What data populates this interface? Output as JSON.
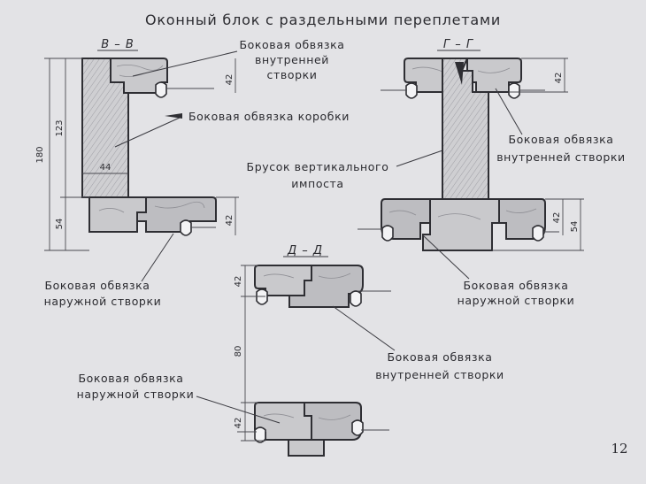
{
  "title": "Оконный блок с раздельными переплетами",
  "page_number": "12",
  "sections": {
    "bb": "В – В",
    "gg": "Г – Г",
    "dd": "Д – Д"
  },
  "labels": {
    "inner_sash_1_line1": "Боковая обвязка",
    "inner_sash_1_line2": "внутренней",
    "inner_sash_1_line3": "створки",
    "frame_box": "Боковая обвязка коробки",
    "inner_sash_2_line1": "Боковая обвязка",
    "inner_sash_2_line2": "внутренней створки",
    "mullion_line1": "Брусок вертикального",
    "mullion_line2": "импоста",
    "outer_sash_1_line1": "Боковая обвязка",
    "outer_sash_1_line2": "наружной створки",
    "outer_sash_2_line1": "Боковая обвязка",
    "outer_sash_2_line2": "наружной створки",
    "inner_sash_3_line1": "Боковая обвязка",
    "inner_sash_3_line2": "внутренней створки",
    "outer_sash_3_line1": "Боковая обвязка",
    "outer_sash_3_line2": "наружной створки"
  },
  "dimensions": {
    "bb_total": "180",
    "bb_upper": "123",
    "bb_lower": "54",
    "bb_width": "44",
    "bb_top_sash": "42",
    "bb_bottom_sash": "42",
    "gg_top_sash": "42",
    "gg_bottom_sash": "42",
    "gg_bottom_total": "54",
    "dd_top": "42",
    "dd_gap": "80",
    "dd_bottom": "42"
  }
}
